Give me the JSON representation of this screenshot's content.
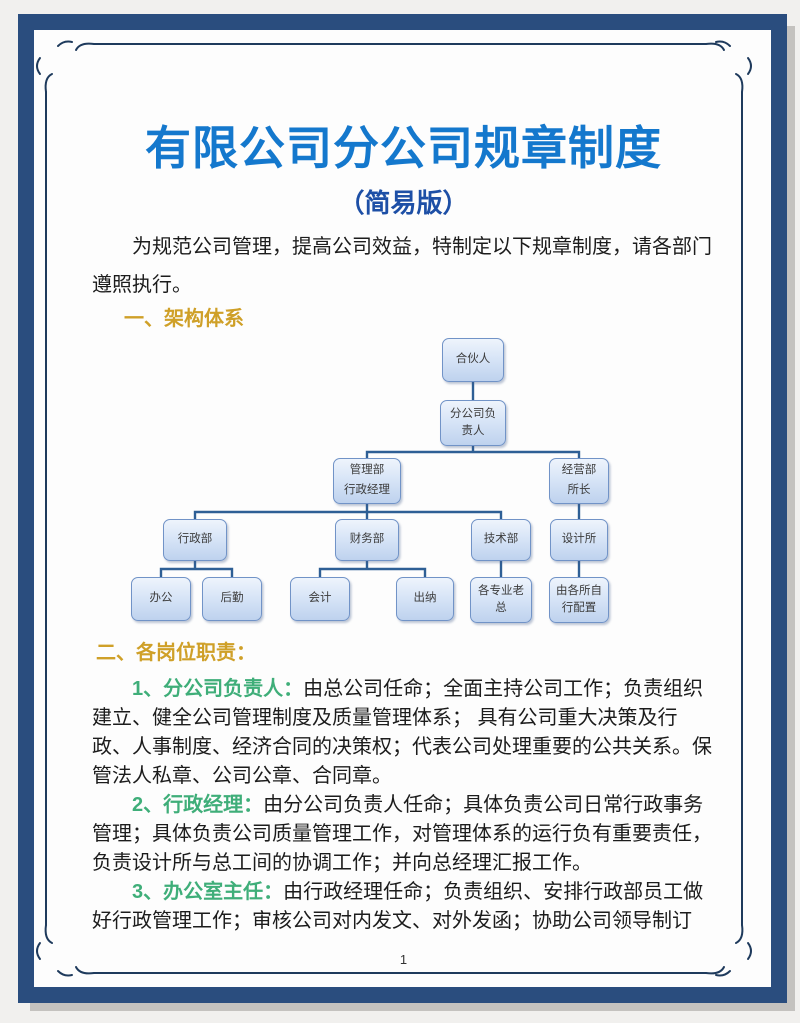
{
  "page": {
    "title": "有限公司分公司规章制度",
    "subtitle": "（简易版）",
    "intro": "为规范公司管理，提高公司效益，特制定以下规章制度，请各部门遵照执行。",
    "page_number": "1"
  },
  "section1": {
    "heading": "一、架构体系"
  },
  "org_chart": {
    "nodes": [
      {
        "id": "partner",
        "label": "合伙人"
      },
      {
        "id": "branch-head",
        "label": "分公司负\n责人"
      },
      {
        "id": "management-dept",
        "label": "管理部\n行政经理"
      },
      {
        "id": "operation-dept",
        "label": "经营部\n所长"
      },
      {
        "id": "admin-dept",
        "label": "行政部"
      },
      {
        "id": "finance-dept",
        "label": "财务部"
      },
      {
        "id": "tech-dept",
        "label": "技术部"
      },
      {
        "id": "design-office",
        "label": "设计所"
      },
      {
        "id": "office",
        "label": "办公"
      },
      {
        "id": "logistics",
        "label": "后勤"
      },
      {
        "id": "accounting",
        "label": "会计"
      },
      {
        "id": "cashier",
        "label": "出纳"
      },
      {
        "id": "specialist-chiefs",
        "label": "各专业老\n总"
      },
      {
        "id": "self-configured",
        "label": "由各所自\n行配置"
      }
    ]
  },
  "section2": {
    "heading": "二、各岗位职责：",
    "items": [
      {
        "lead": "1、分公司负责人：",
        "body": "由总公司任命；全面主持公司工作；负责组织建立、健全公司管理制度及质量管理体系； 具有公司重大决策及行政、人事制度、经济合同的决策权；代表公司处理重要的公共关系。保管法人私章、公司公章、合同章。"
      },
      {
        "lead": "2、行政经理：",
        "body": "由分公司负责人任命；具体负责公司日常行政事务管理；具体负责公司质量管理工作，对管理体系的运行负有重要责任，负责设计所与总工间的协调工作；并向总经理汇报工作。"
      },
      {
        "lead": "3、办公室主任：",
        "body": "由行政经理任命；负责组织、安排行政部员工做好行政管理工作；审核公司对内发文、对外发函；协助公司领导制订"
      }
    ]
  },
  "colors": {
    "frame_navy": "#2a4d7e",
    "title_blue": "#1478cd",
    "subtitle_blue": "#1d4fa6",
    "heading_gold": "#cfa028",
    "item_green": "#3fae79",
    "node_border": "#7193c7",
    "node_fill": "#d8e5f7",
    "connector": "#2e5f95"
  }
}
